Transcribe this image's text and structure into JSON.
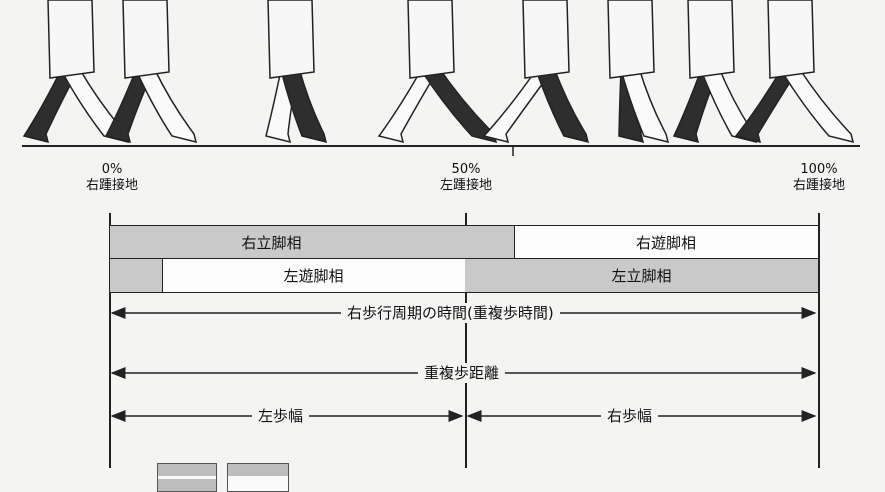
{
  "markers": [
    {
      "percent": "0%",
      "event": "右踵接地"
    },
    {
      "percent": "50%",
      "event": "左踵接地"
    },
    {
      "percent": "100%",
      "event": "右踵接地"
    }
  ],
  "phase_bars": {
    "right": {
      "stance": "右立脚相",
      "swing": "右遊脚相"
    },
    "left": {
      "swing": "左遊脚相",
      "stance": "左立脚相"
    }
  },
  "measures": {
    "cycle_time": "右歩行周期の時間(重複歩時間)",
    "stride_length": "重複歩距離",
    "left_step": "左歩幅",
    "right_step": "右歩幅"
  },
  "colors": {
    "stance": "#c9c9c9",
    "swing": "#fcfcfc",
    "ink": "#222222"
  }
}
